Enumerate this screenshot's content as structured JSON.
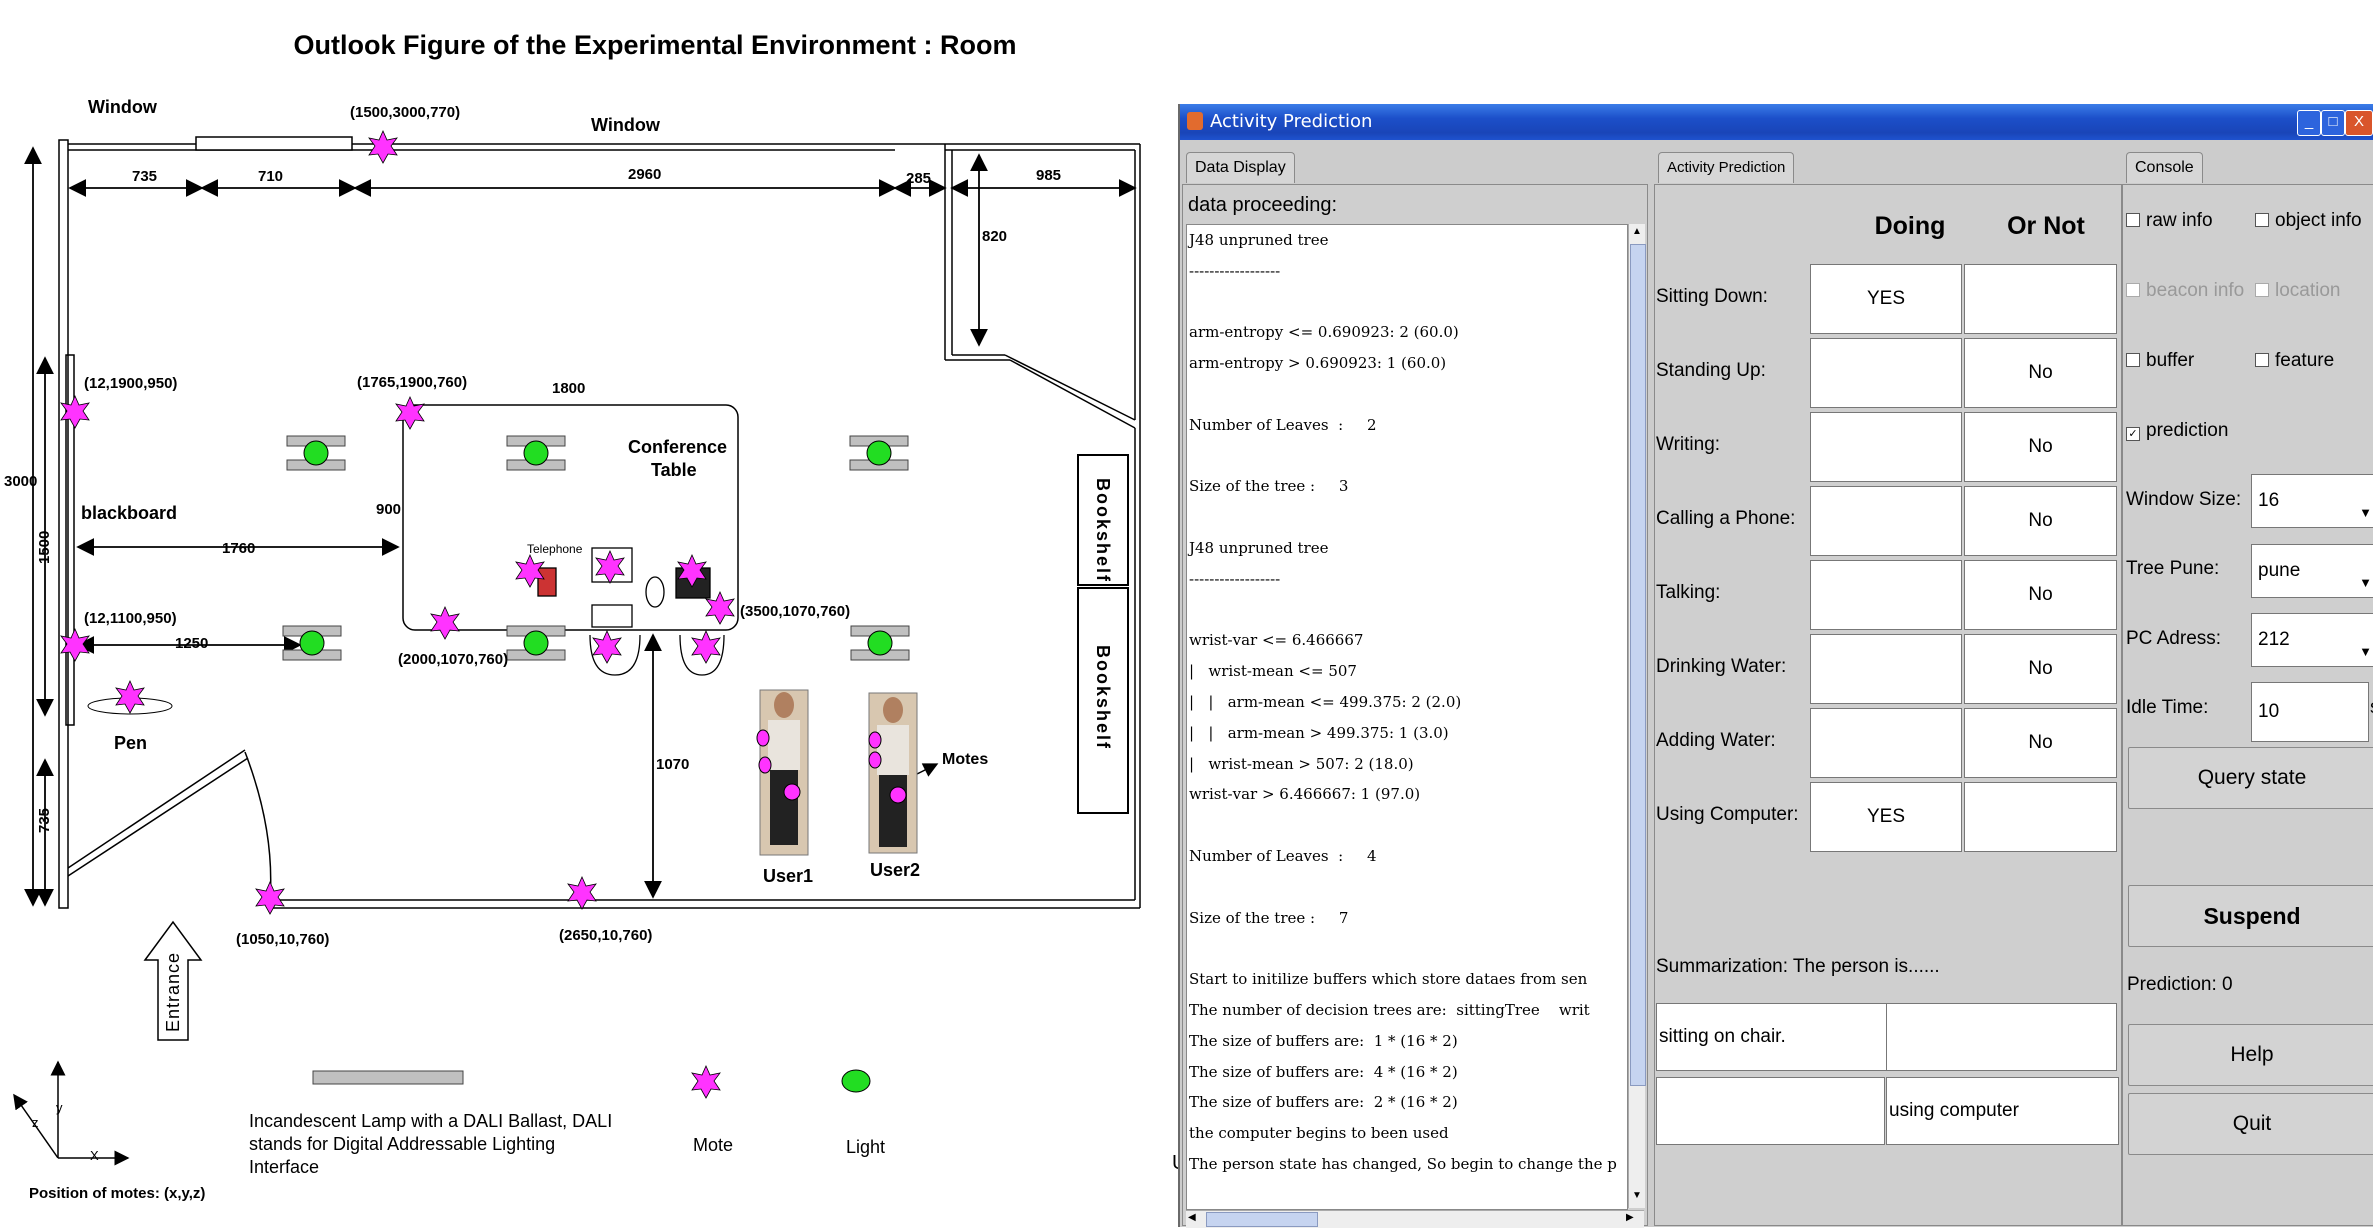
{
  "plan": {
    "title": "Outlook Figure of the Experimental Environment : Room",
    "window_labels": [
      "Window",
      "Window"
    ],
    "dims": [
      "735",
      "710",
      "2960",
      "285",
      "985",
      "820",
      "3000",
      "1500",
      "1800",
      "900",
      "1760",
      "1250",
      "1070",
      "735"
    ],
    "mote_coords": [
      "(1500,3000,770)",
      "(12,1900,950)",
      "(1765,1900,760)",
      "(12,1100,950)",
      "(2000,1070,760)",
      "(3500,1070,760)",
      "(1050,10,760)",
      "(2650,10,760)"
    ],
    "labels": {
      "blackboard": "blackboard",
      "conference_table_1": "Conference",
      "conference_table_2": "Table",
      "telephone": "Telephone",
      "bookshelf1": "Bookshelf",
      "bookshelf2": "Bookshelf",
      "pen": "Pen",
      "motes": "Motes",
      "user1": "User1",
      "user2": "User2",
      "entrance": "Entrance",
      "axis_x": "X",
      "axis_y": "y",
      "axis_z": "z"
    },
    "legend": {
      "lamp_text": [
        "Incandescent Lamp with a DALI Ballast, DALI",
        "stands for Digital Addressable Lighting",
        "Interface"
      ],
      "mote": "Mote",
      "light": "Light",
      "position_caption": "Position of motes: (x,y,z)"
    },
    "colors": {
      "mote": "#ff33ff",
      "light": "#22dd22",
      "lamp": "#c0c0c0"
    }
  },
  "window": {
    "title": "Activity Prediction",
    "controls": [
      "_",
      "□",
      "X"
    ],
    "tabs": {
      "data": "Data Display",
      "prediction": "Activity Prediction",
      "console": "Console"
    },
    "data_header": "data proceeding:",
    "data_lines": [
      "J48 unpruned tree",
      "------------------",
      "",
      "arm-entropy <= 0.690923: 2 (60.0)",
      "arm-entropy > 0.690923: 1 (60.0)",
      "",
      "Number of Leaves  :     2",
      "",
      "Size of the tree :     3",
      "",
      "J48 unpruned tree",
      "------------------",
      "",
      "wrist-var <= 6.466667",
      "|   wrist-mean <= 507",
      "|   |   arm-mean <= 499.375: 2 (2.0)",
      "|   |   arm-mean > 499.375: 1 (3.0)",
      "|   wrist-mean > 507: 2 (18.0)",
      "wrist-var > 6.466667: 1 (97.0)",
      "",
      "Number of Leaves  :     4",
      "",
      "Size of the tree :     7",
      "",
      "Start to initilize buffers which store dataes from sen",
      "The number of decision trees are:  sittingTree    writ",
      "The size of buffers are:  1 * (16 * 2)",
      "The size of buffers are:  4 * (16 * 2)",
      "The size of buffers are:  2 * (16 * 2)",
      "the computer begins to been used",
      "The person state has changed, So begin to change the p"
    ],
    "prediction": {
      "col_doing": "Doing",
      "col_ornot": "Or Not",
      "rows": [
        {
          "label": "Sitting Down:",
          "doing": "YES",
          "ornot": ""
        },
        {
          "label": "Standing Up:",
          "doing": "",
          "ornot": "No"
        },
        {
          "label": "Writing:",
          "doing": "",
          "ornot": "No"
        },
        {
          "label": "Calling a Phone:",
          "doing": "",
          "ornot": "No"
        },
        {
          "label": "Talking:",
          "doing": "",
          "ornot": "No"
        },
        {
          "label": "Drinking Water:",
          "doing": "",
          "ornot": "No"
        },
        {
          "label": "Adding Water:",
          "doing": "",
          "ornot": "No"
        },
        {
          "label": "Using Computer:",
          "doing": "YES",
          "ornot": ""
        }
      ],
      "summary_label": "Summarization:  The person is......",
      "summary_cells": [
        "sitting on chair.",
        "",
        "",
        "using computer"
      ]
    },
    "console": {
      "checkboxes": [
        {
          "label": "raw info",
          "checked": false,
          "enabled": true
        },
        {
          "label": "object info",
          "checked": false,
          "enabled": true
        },
        {
          "label": "beacon info",
          "checked": false,
          "enabled": false
        },
        {
          "label": "location",
          "checked": false,
          "enabled": false
        },
        {
          "label": "buffer",
          "checked": false,
          "enabled": true
        },
        {
          "label": "feature",
          "checked": false,
          "enabled": true
        },
        {
          "label": "prediction",
          "checked": true,
          "enabled": true
        }
      ],
      "window_size_label": "Window Size:",
      "window_size_value": "16",
      "tree_pune_label": "Tree Pune:",
      "tree_pune_value": "pune",
      "pc_address_label": "PC Adress:",
      "pc_address_value": "212",
      "idle_time_label": "Idle Time:",
      "idle_time_value": "10",
      "idle_time_unit": "s",
      "query_button": "Query state",
      "suspend_button": "Suspend",
      "prediction_status": "Prediction: 0",
      "help_button": "Help",
      "quit_button": "Quit"
    },
    "stray_glyph": "U"
  }
}
